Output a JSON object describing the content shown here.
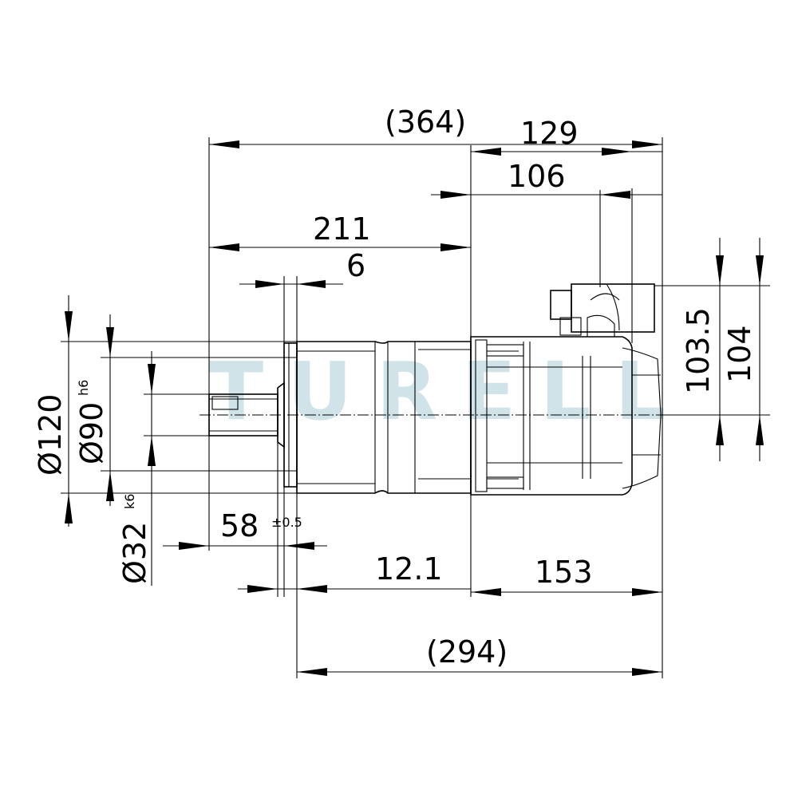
{
  "watermark": "TURELL",
  "dimensions": {
    "overall_length": "(364)",
    "motor_section": "129",
    "connector_offset": "106",
    "gearbox_length": "211",
    "flange_thickness": "6",
    "flange_diameter": "Ø120",
    "pilot_diameter": "Ø90",
    "pilot_tolerance": "h6",
    "shaft_diameter": "Ø32",
    "shaft_tolerance": "k6",
    "shaft_length": "58",
    "shaft_length_tolerance": "±0.5",
    "shaft_shoulder": "12.1",
    "motor_length": "153",
    "body_length": "(294)",
    "connector_height": "103.5",
    "connector_height_total": "104"
  },
  "colors": {
    "line": "#000000",
    "watermark": "#cfe3e8"
  }
}
